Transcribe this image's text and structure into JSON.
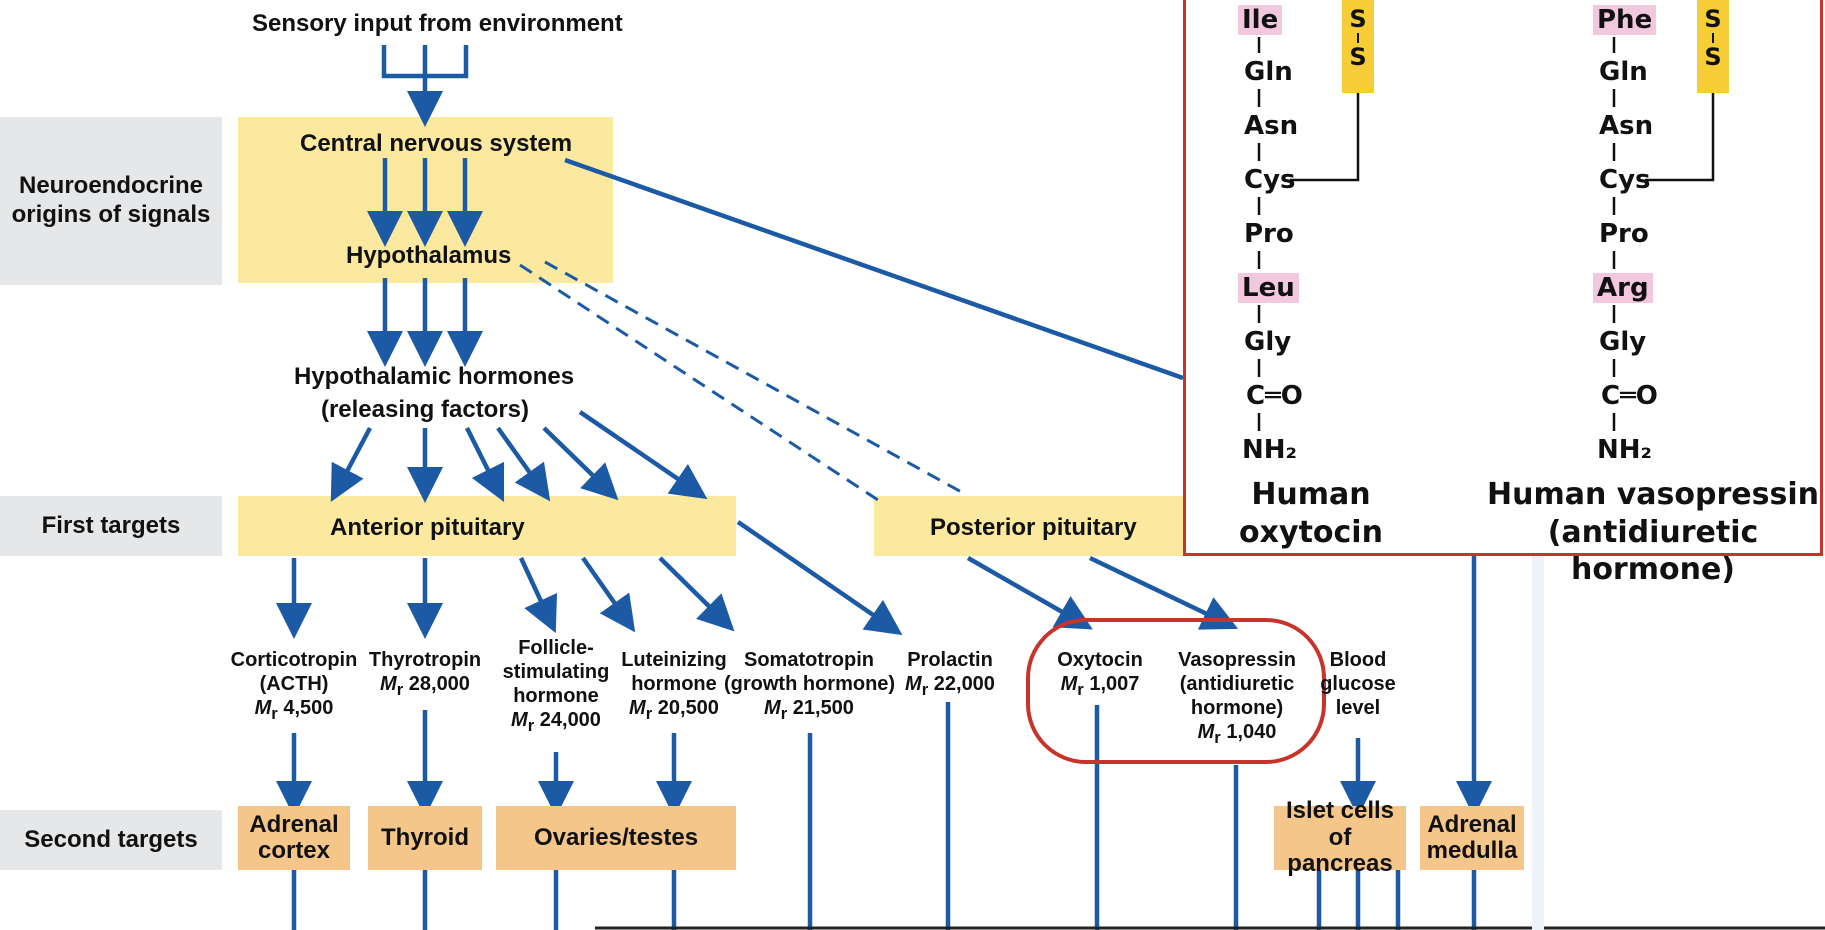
{
  "top": {
    "sensory_input": "Sensory input from environment"
  },
  "row_labels": {
    "neuroendocrine": "Neuroendocrine origins of signals",
    "first_targets": "First targets",
    "second_targets": "Second targets"
  },
  "boxes": {
    "cns": "Central nervous system",
    "hypothalamus": "Hypothalamus",
    "hypothalamic_hormones": "Hypothalamic hormones",
    "releasing_factors": "(releasing factors)",
    "anterior_pituitary": "Anterior pituitary",
    "posterior_pituitary": "Posterior pituitary"
  },
  "hormones": [
    {
      "l1": "Corticotropin",
      "l2": "(ACTH)",
      "mr": "M",
      "sub": "r",
      "val": " 4,500"
    },
    {
      "l1": "Thyrotropin",
      "mr": "M",
      "sub": "r",
      "val": " 28,000"
    },
    {
      "l1": "Follicle-",
      "l2": "stimulating",
      "l3": "hormone",
      "mr": "M",
      "sub": "r",
      "val": " 24,000"
    },
    {
      "l1": "Luteinizing",
      "l2": "hormone",
      "mr": "M",
      "sub": "r",
      "val": " 20,500"
    },
    {
      "l1": "Somatotropin",
      "l2": "(growth hormone)",
      "mr": "M",
      "sub": "r",
      "val": " 21,500"
    },
    {
      "l1": "Prolactin",
      "mr": "M",
      "sub": "r",
      "val": " 22,000"
    },
    {
      "l1": "Oxytocin",
      "mr": "M",
      "sub": "r",
      "val": " 1,007"
    },
    {
      "l1": "Vasopressin",
      "l2": "(antidiuretic",
      "l3": "hormone)",
      "mr": "M",
      "sub": "r",
      "val": " 1,040"
    },
    {
      "l1": "Blood",
      "l2": "glucose",
      "l3": "level"
    }
  ],
  "second_targets": {
    "adrenal_cortex": "Adrenal cortex",
    "thyroid": "Thyroid",
    "ovaries_testes": "Ovaries/testes",
    "islet_cells": "Islet cells of pancreas",
    "adrenal_medulla": "Adrenal medulla"
  },
  "inset": {
    "oxytocin_residues": [
      "Ile",
      "Gln",
      "Asn",
      "Cys",
      "Pro",
      "Leu",
      "Gly",
      "C═O",
      "NH₂"
    ],
    "vasopressin_residues": [
      "Phe",
      "Gln",
      "Asn",
      "Cys",
      "Pro",
      "Arg",
      "Gly",
      "C═O",
      "NH₂"
    ],
    "s": "S",
    "oxytocin_caption": "Human oxytocin",
    "vasopressin_caption_l1": "Human vasopressin",
    "vasopressin_caption_l2": "(antidiuretic hormone)"
  },
  "colors": {
    "arrow": "#1c5aa6",
    "yellow_box": "#fbe9a0",
    "orange_box": "#f4c68a",
    "highlight": "#c7342b",
    "pink": "#f2c8de",
    "ss_yellow": "#f6cd36"
  }
}
